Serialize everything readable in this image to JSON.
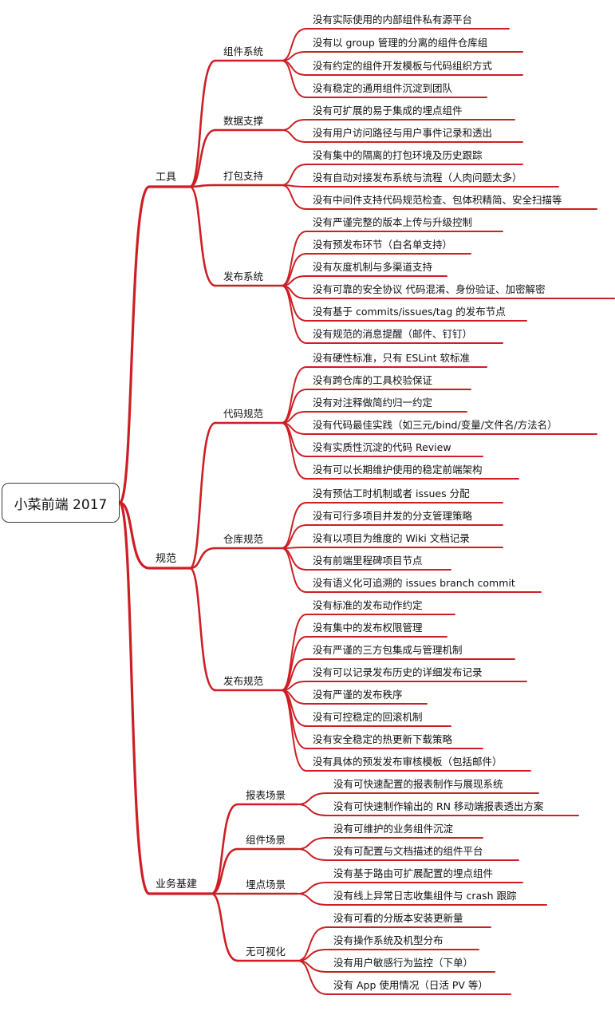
{
  "root": "小菜前端 2017",
  "branches": [
    {
      "label": "工具",
      "groups": [
        {
          "label": "组件系统",
          "items": [
            "没有实际使用的内部组件私有源平台",
            "没有以 group 管理的分离的组件仓库组",
            "没有约定的组件开发模板与代码组织方式",
            "没有稳定的通用组件沉淀到团队"
          ]
        },
        {
          "label": "数据支撑",
          "items": [
            "没有可扩展的易于集成的埋点组件",
            "没有用户访问路径与用户事件记录和透出"
          ]
        },
        {
          "label": "打包支持",
          "items": [
            "没有集中的隔离的打包环境及历史跟踪",
            "没有自动对接发布系统与流程（人肉问题太多）",
            "没有中间件支持代码规范检查、包体积精简、安全扫描等"
          ]
        },
        {
          "label": "发布系统",
          "items": [
            "没有严谨完整的版本上传与升级控制",
            "没有预发布环节（白名单支持）",
            "没有灰度机制与多渠道支持",
            "没有可靠的安全协议            代码混淆、身份验证、加密解密",
            "没有基于 commits/issues/tag 的发布节点",
            "没有规范的消息提醒（邮件、钉钉）"
          ]
        }
      ]
    },
    {
      "label": "规范",
      "groups": [
        {
          "label": "代码规范",
          "items": [
            "没有硬性标准，只有 ESLint 软标准",
            "没有跨仓库的工具校验保证",
            "没有对注释做简约归一约定",
            "没有代码最佳实践（如三元/bind/变量/文件名/方法名）",
            "没有实质性沉淀的代码 Review",
            "没有可以长期维护使用的稳定前端架构"
          ]
        },
        {
          "label": "仓库规范",
          "items": [
            "没有预估工时机制或者 issues 分配",
            "没有可行多项目并发的分支管理策略",
            "没有以项目为维度的 Wiki 文档记录",
            "没有前端里程碑项目节点",
            "没有语义化可追溯的 issues branch commit"
          ]
        },
        {
          "label": "发布规范",
          "items": [
            "没有标准的发布动作约定",
            "没有集中的发布权限管理",
            "没有严谨的三方包集成与管理机制",
            "没有可以记录发布历史的详细发布记录",
            "没有严谨的发布秩序",
            "没有可控稳定的回滚机制",
            "没有安全稳定的热更新下载策略",
            "没有具体的预发发布审核模板（包括邮件）"
          ]
        }
      ]
    },
    {
      "label": "业务基建",
      "groups": [
        {
          "label": "报表场景",
          "items": [
            "没有可快速配置的报表制作与展现系统",
            "没有可快速制作输出的 RN 移动端报表透出方案"
          ]
        },
        {
          "label": "组件场景",
          "items": [
            "没有可维护的业务组件沉淀",
            "没有可配置与文档描述的组件平台"
          ]
        },
        {
          "label": "埋点场景",
          "items": [
            "没有基于路由可扩展配置的埋点组件",
            "没有线上异常日志收集组件与 crash 跟踪"
          ]
        },
        {
          "label": "无可视化",
          "items": [
            "没有可看的分版本安装更新量",
            "没有操作系统及机型分布",
            "没有用户敏感行为监控（下单）",
            "没有 App 使用情况（日活 PV 等）"
          ]
        }
      ]
    }
  ],
  "colors": {
    "line": "#cc1f25",
    "text": "#111111",
    "root_border": "#3a3a3a"
  }
}
